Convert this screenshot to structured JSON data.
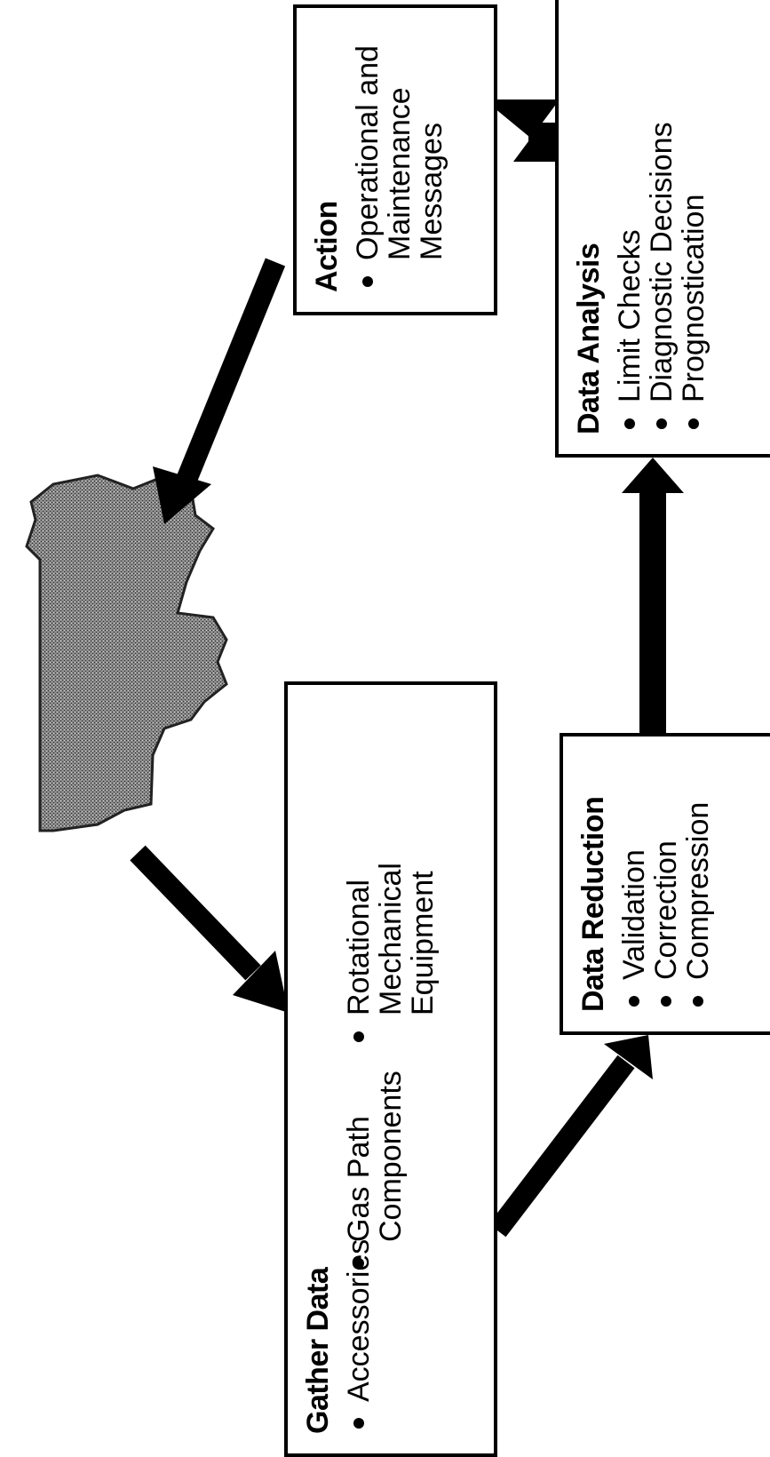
{
  "nodes": {
    "gather": {
      "title": "Gather Data",
      "items": [
        "Accessories",
        "Gas Path Components",
        "Rotational Mechanical Equipment"
      ]
    },
    "reduction": {
      "title": "Data Reduction",
      "items": [
        "Validation",
        "Correction",
        "Compression"
      ]
    },
    "analysis": {
      "title": "Data Analysis",
      "items": [
        "Limit Checks",
        "Diagnostic Decisions",
        "Prognostication"
      ]
    },
    "action": {
      "title": "Action",
      "items": [
        "Operational and Maintenance Messages"
      ]
    }
  },
  "engine": {
    "icon": "engine-icon",
    "color": "#7a7a7a"
  },
  "arrow_color": "#000000"
}
